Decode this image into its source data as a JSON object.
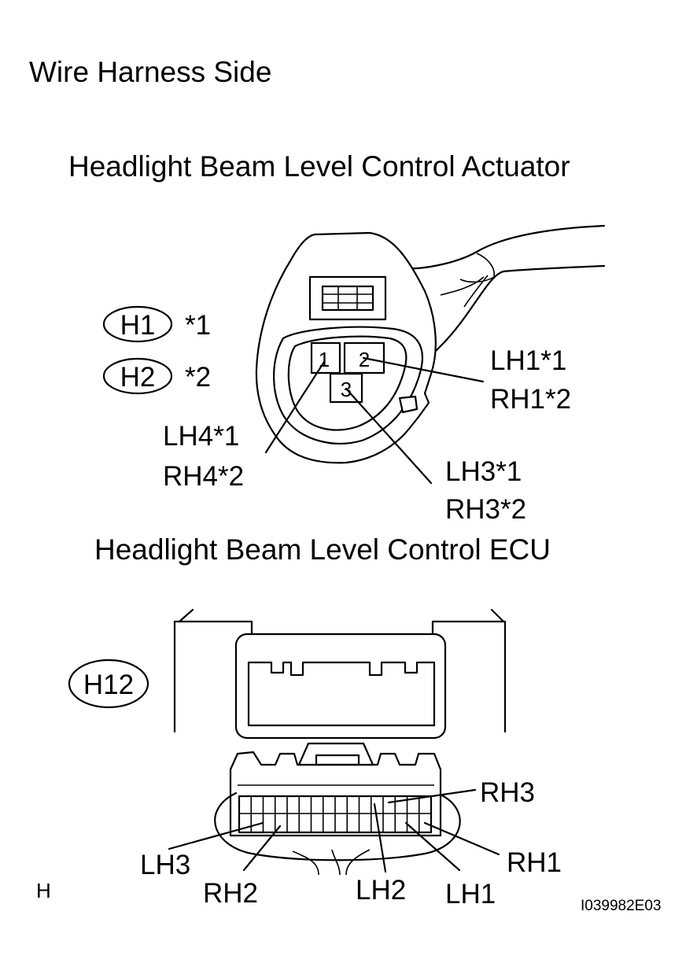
{
  "heading": "Wire Harness Side",
  "actuator": {
    "title": "Headlight Beam Level Control Actuator",
    "connectors": [
      {
        "code": "H1",
        "note": "*1"
      },
      {
        "code": "H2",
        "note": "*2"
      }
    ],
    "pins": [
      "1",
      "2",
      "3"
    ],
    "callouts": {
      "pin2": [
        "LH1*1",
        "RH1*2"
      ],
      "pin1": [
        "LH4*1",
        "RH4*2"
      ],
      "pin3": [
        "LH3*1",
        "RH3*2"
      ]
    }
  },
  "ecu": {
    "title": "Headlight Beam Level Control ECU",
    "connector_code": "H12",
    "terminals": [
      "RH3",
      "LH3",
      "RH1",
      "RH2",
      "LH2",
      "LH1"
    ]
  },
  "footer": {
    "corner_letter": "H",
    "figure_id": "I039982E03"
  }
}
